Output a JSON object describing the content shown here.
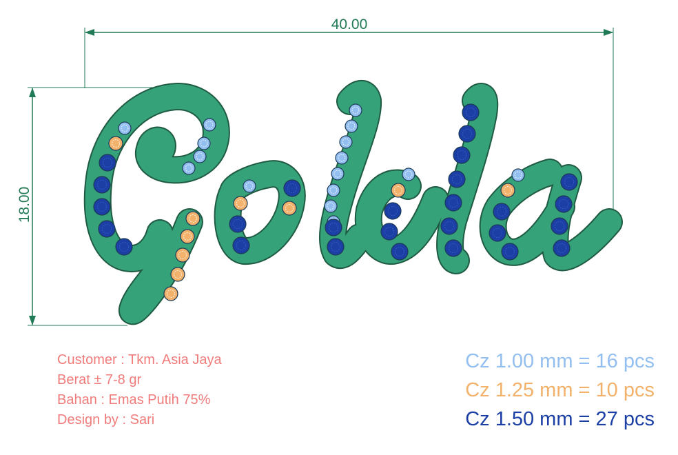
{
  "dimensions": {
    "width_label": "40.00",
    "height_label": "18.00"
  },
  "design": {
    "name": "Golda",
    "colors": {
      "body_fill": "#35a27a",
      "body_stroke": "#1f5a42",
      "dimension_line": "#1f7a55"
    }
  },
  "info": {
    "customer": "Customer : Tkm. Asia Jaya",
    "weight": "Berat ± 7-8 gr",
    "material": "Bahan : Emas Putih 75%",
    "designer": "Design by : Sari",
    "color": "#f07c7c"
  },
  "stones": [
    {
      "size_label": "Cz 1.00 mm = 16 pcs",
      "size_mm": 1.0,
      "count": 16,
      "color": "#93bff0"
    },
    {
      "size_label": "Cz 1.25 mm = 10 pcs",
      "size_mm": 1.25,
      "count": 10,
      "color": "#f2b26c"
    },
    {
      "size_label": "Cz 1.50 mm = 27 pcs",
      "size_mm": 1.5,
      "count": 27,
      "color": "#1b3fa4"
    }
  ]
}
